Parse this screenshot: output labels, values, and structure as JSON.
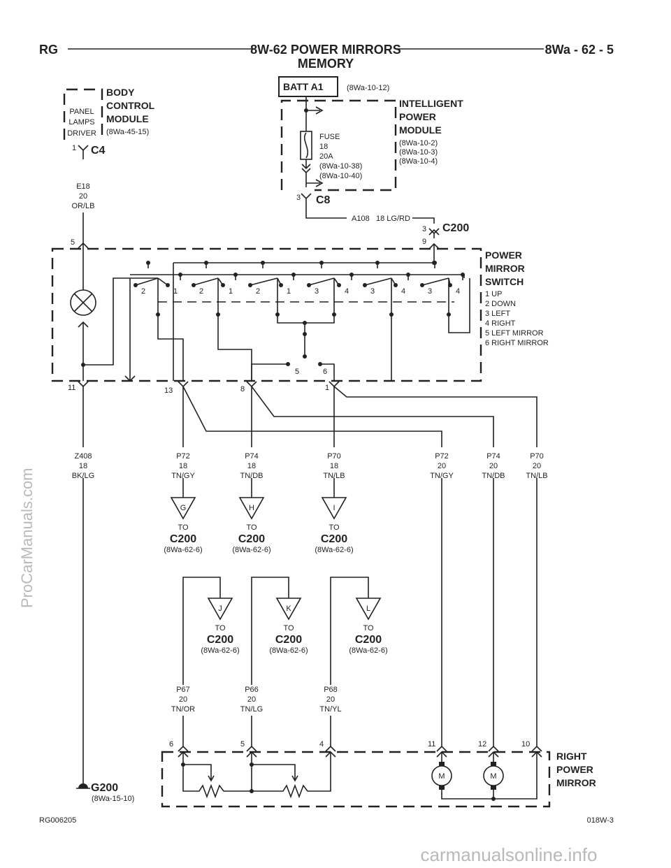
{
  "header": {
    "left": "RG",
    "title_line1": "8W-62 POWER MIRRORS",
    "title_line2": "MEMORY",
    "right": "8Wa - 62 - 5"
  },
  "bcm": {
    "title": [
      "BODY",
      "CONTROL",
      "MODULE"
    ],
    "ref": "(8Wa-45-15)",
    "inner": [
      "PANEL",
      "LAMPS",
      "DRIVER"
    ],
    "connector": "C4",
    "pin": "1"
  },
  "batt": {
    "label": "BATT A1",
    "ref": "(8Wa-10-12)"
  },
  "ipm": {
    "title": [
      "INTELLIGENT",
      "POWER",
      "MODULE"
    ],
    "refs": [
      "(8Wa-10-2)",
      "(8Wa-10-3)",
      "(8Wa-10-4)"
    ],
    "fuse": [
      "FUSE",
      "18",
      "20A",
      "(8Wa-10-38)",
      "(8Wa-10-40)"
    ],
    "connector": "C8",
    "pin": "3"
  },
  "wire_a108": {
    "circuit": "A108",
    "spec": "18 LG/RD"
  },
  "c200_top": {
    "label": "C200",
    "pin_top": "3",
    "pin_bottom": "9"
  },
  "wire_e18": [
    "E18",
    "20",
    "OR/LB"
  ],
  "pms": {
    "title": [
      "POWER",
      "MIRROR",
      "SWITCH"
    ],
    "legend": [
      "1 UP",
      "2 DOWN",
      "3 LEFT",
      "4 RIGHT",
      "5 LEFT MIRROR",
      "6 RIGHT MIRROR"
    ],
    "pin_lamp": "5",
    "contact_labels": [
      "2",
      "1",
      "2",
      "1",
      "2",
      "1",
      "3",
      "4",
      "3",
      "4",
      "3",
      "4"
    ],
    "selector_labels": [
      "5",
      "6"
    ],
    "bottom_pins": [
      "11",
      "13",
      "8",
      "1"
    ]
  },
  "wires_mid": [
    [
      "Z408",
      "18",
      "BK/LG"
    ],
    [
      "P72",
      "18",
      "TN/GY"
    ],
    [
      "P74",
      "18",
      "TN/DB"
    ],
    [
      "P70",
      "18",
      "TN/LB"
    ],
    [
      "P72",
      "20",
      "TN/GY"
    ],
    [
      "P74",
      "20",
      "TN/DB"
    ],
    [
      "P70",
      "20",
      "TN/LB"
    ]
  ],
  "offpage_top": [
    {
      "letter": "G",
      "to": "TO",
      "conn": "C200",
      "ref": "(8Wa-62-6)"
    },
    {
      "letter": "H",
      "to": "TO",
      "conn": "C200",
      "ref": "(8Wa-62-6)"
    },
    {
      "letter": "I",
      "to": "TO",
      "conn": "C200",
      "ref": "(8Wa-62-6)"
    }
  ],
  "offpage_bottom": [
    {
      "letter": "J",
      "to": "TO",
      "conn": "C200",
      "ref": "(8Wa-62-6)"
    },
    {
      "letter": "K",
      "to": "TO",
      "conn": "C200",
      "ref": "(8Wa-62-6)"
    },
    {
      "letter": "L",
      "to": "TO",
      "conn": "C200",
      "ref": "(8Wa-62-6)"
    }
  ],
  "wires_low": [
    [
      "P67",
      "20",
      "TN/OR"
    ],
    [
      "P66",
      "20",
      "TN/LG"
    ],
    [
      "P68",
      "20",
      "TN/YL"
    ]
  ],
  "rpm": {
    "title": [
      "RIGHT",
      "POWER",
      "MIRROR"
    ],
    "pins": [
      "6",
      "5",
      "4",
      "11",
      "12",
      "10"
    ],
    "motor_labels": [
      "M",
      "M"
    ]
  },
  "ground": {
    "label": "G200",
    "ref": "(8Wa-15-10)"
  },
  "footer": {
    "left": "RG006205",
    "right": "018W-3"
  },
  "watermarks": {
    "side": "ProCarManuals.com",
    "bottom": "carmanualsonline.info"
  }
}
